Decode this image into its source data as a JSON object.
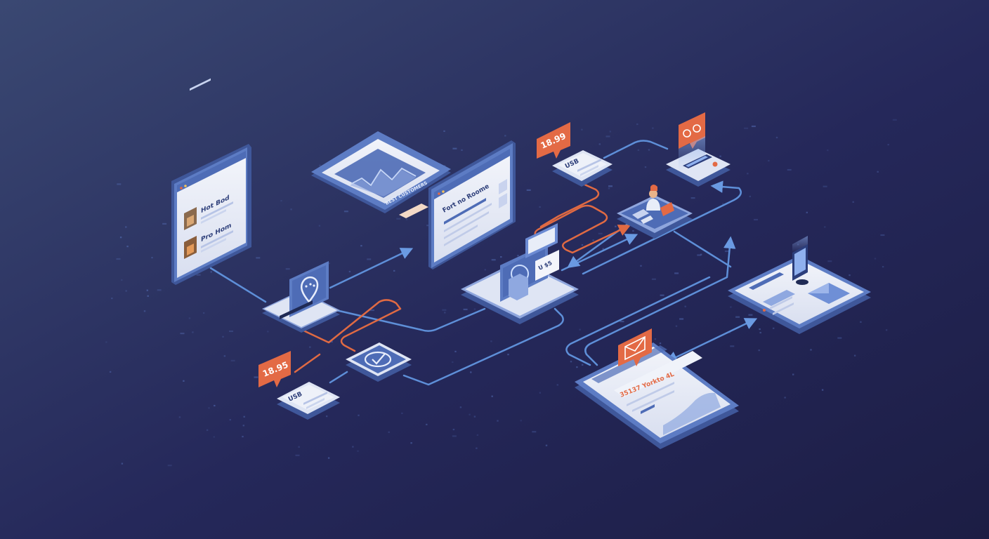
{
  "colors": {
    "background_top": "#3a4872",
    "background_bottom": "#1c1d44",
    "card_face": "#e8ecf6",
    "card_frame": "#5d7cc4",
    "card_side": "#3f579a",
    "accent_orange": "#e36a45",
    "connector_blue": "#5e8fd8",
    "connector_orange": "#e06a43"
  },
  "badges": {
    "top_price": "18.99",
    "left_price": "18.95"
  },
  "cards": {
    "left_profile": {
      "row1": "Hot Bod",
      "row2": "Pro Hom"
    },
    "dashboard": {
      "caption": "BEST CUSTOMERS"
    },
    "product_page": {
      "title": "Fort no Roome"
    },
    "checkout": {
      "tag": "U $5"
    },
    "top_user": {
      "label": "USB"
    },
    "bottom_user": {
      "label": "USB"
    },
    "email": {
      "title": "35137 Yorkto 4L"
    }
  },
  "icons": {
    "location_pin": "location-pin-icon",
    "sync": "sync-icon",
    "email": "email-icon",
    "chat": "chat-icon",
    "person": "person-icon",
    "phone": "phone-icon"
  }
}
